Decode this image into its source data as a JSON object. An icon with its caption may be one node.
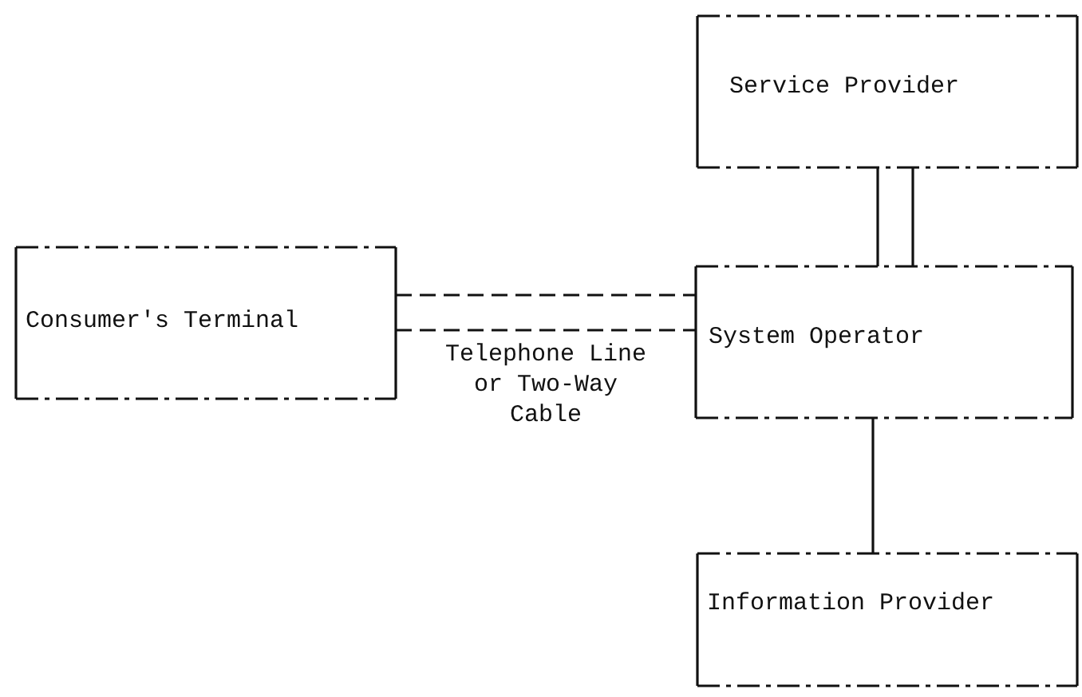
{
  "diagram": {
    "nodes": [
      {
        "text": [
          "Service Provider"
        ]
      },
      {
        "text": [
          "Consumer's Terminal"
        ]
      },
      {
        "text": [
          "System Operator"
        ]
      },
      {
        "text": [
          "Information Provider"
        ]
      }
    ],
    "edges": [
      {
        "from": 1,
        "to": 2,
        "arrow": "none",
        "style": "dashed"
      },
      {
        "from": 1,
        "to": 2,
        "arrow": "none",
        "style": "dashed",
        "label": "Telephone Line or Two-Way Cable"
      },
      {
        "from": 0,
        "to": 2,
        "arrow": "none"
      },
      {
        "from": 0,
        "to": 2,
        "arrow": "none"
      },
      {
        "from": 2,
        "to": 3,
        "arrow": "none"
      }
    ]
  }
}
